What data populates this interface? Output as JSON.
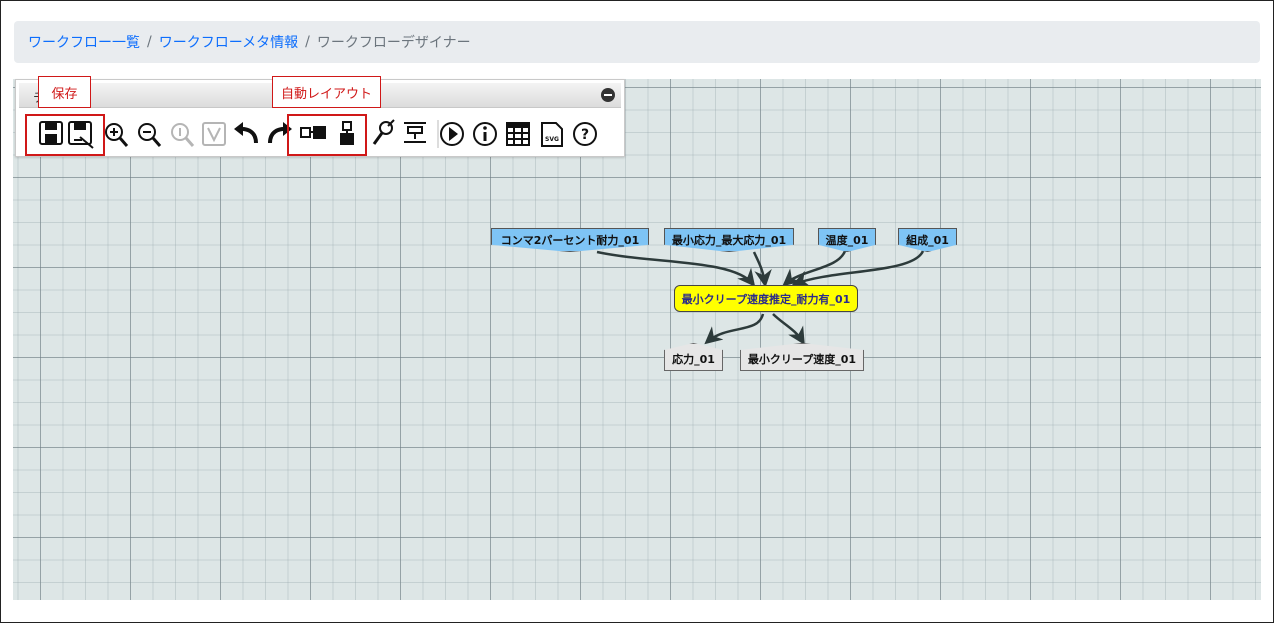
{
  "breadcrumb": {
    "items": [
      "ワークフロー一覧",
      "ワークフローメタ情報"
    ],
    "current": "ワークフローデザイナー",
    "separator": "/"
  },
  "toolbar": {
    "header_char": "チ",
    "buttons": [
      {
        "name": "save-icon",
        "label": "保存"
      },
      {
        "name": "save-as-icon",
        "label": "名前を付けて保存"
      },
      {
        "name": "zoom-in-icon",
        "label": "拡大"
      },
      {
        "name": "zoom-out-icon",
        "label": "縮小"
      },
      {
        "name": "zoom-reset-icon",
        "label": "等倍"
      },
      {
        "name": "fit-icon",
        "label": "全体表示"
      },
      {
        "name": "undo-icon",
        "label": "元に戻す"
      },
      {
        "name": "redo-icon",
        "label": "やり直し"
      },
      {
        "name": "layout-horizontal-icon",
        "label": "横方向自動レイアウト"
      },
      {
        "name": "layout-vertical-icon",
        "label": "縦方向自動レイアウト"
      },
      {
        "name": "settings-icon",
        "label": "設定"
      },
      {
        "name": "align-icon",
        "label": "整列"
      },
      {
        "name": "run-icon",
        "label": "実行"
      },
      {
        "name": "info-icon",
        "label": "情報"
      },
      {
        "name": "table-icon",
        "label": "一覧"
      },
      {
        "name": "svg-export-icon",
        "label": "SVG"
      },
      {
        "name": "help-icon",
        "label": "ヘルプ"
      }
    ]
  },
  "callouts": {
    "save": "保存",
    "auto_layout": "自動レイアウト"
  },
  "workflow": {
    "inputs": [
      "コンマ2パーセント耐力_01",
      "最小応力_最大応力_01",
      "温度_01",
      "組成_01"
    ],
    "module": "最小クリープ速度推定_耐力有_01",
    "outputs": [
      "応力_01",
      "最小クリープ速度_01"
    ],
    "colors": {
      "input": "#7ec4f5",
      "module": "#ffff00",
      "output": "#e6e6e6",
      "edge": "#2d3b3b",
      "callout": "#d01818",
      "link": "#0d6efd"
    }
  }
}
